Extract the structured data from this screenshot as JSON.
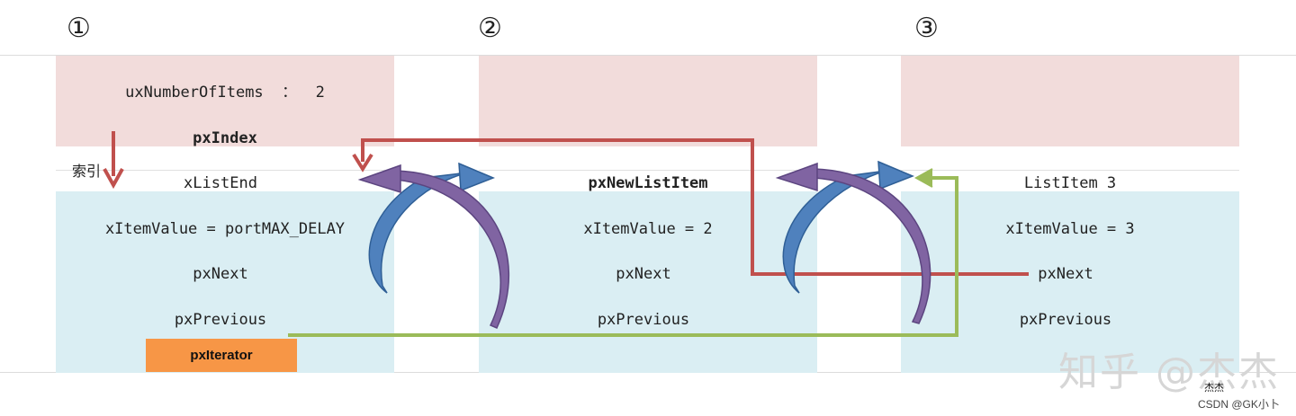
{
  "steps": [
    "①",
    "②",
    "③"
  ],
  "index_label": "索引",
  "columns": [
    {
      "header": "uxNumberOfItems  ：  2",
      "index_field": "pxIndex",
      "item_name": "xListEnd",
      "item_value": "xItemValue = portMAX_DELAY",
      "next": "pxNext",
      "previous": "pxPrevious"
    },
    {
      "header": "",
      "index_field": "",
      "item_name": "pxNewListItem",
      "item_value": "xItemValue = 2",
      "next": "pxNext",
      "previous": "pxPrevious"
    },
    {
      "header": "",
      "index_field": "",
      "item_name": "ListItem 3",
      "item_value": "xItemValue = 3",
      "next": "pxNext",
      "previous": "pxPrevious"
    }
  ],
  "iterator_label": "pxIterator",
  "watermark": "知乎 @杰杰",
  "watermark_small": "杰杰",
  "credit": "CSDN @GK小卜",
  "colors": {
    "header_fill": "#f2dcdb",
    "item_fill": "#daeef3",
    "iterator_fill": "#f79646",
    "red_link": "#c0504d",
    "green_link": "#9bbb59",
    "blue_arrow": "#4f81bd",
    "purple_arrow": "#8064a2"
  }
}
